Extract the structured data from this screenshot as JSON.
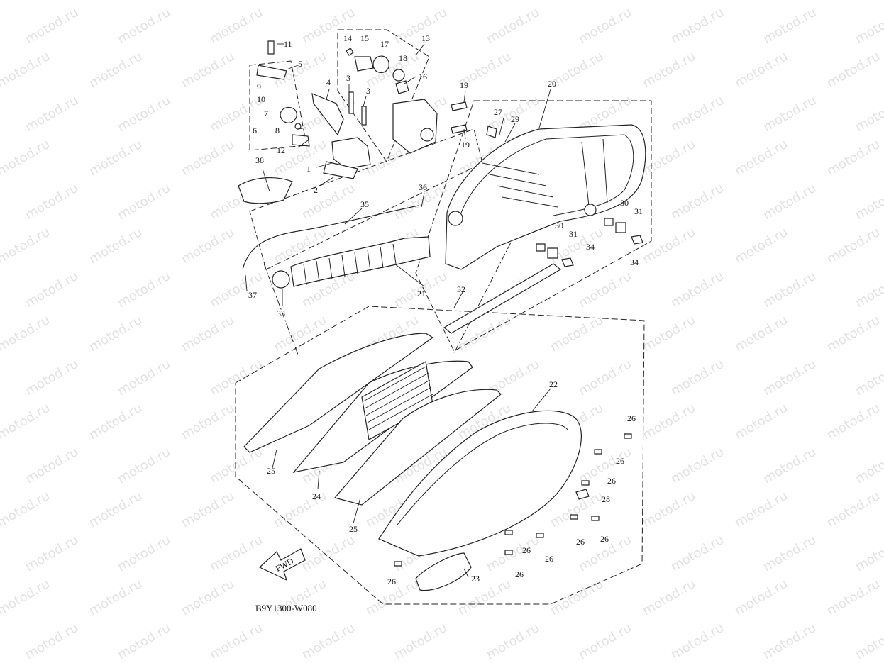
{
  "diagram": {
    "code": "B9Y1300-W080",
    "fwd_label": "FWD",
    "watermark": "motod.ru",
    "callouts": [
      {
        "id": "c1",
        "text": "1"
      },
      {
        "id": "c2",
        "text": "2"
      },
      {
        "id": "c3a",
        "text": "3"
      },
      {
        "id": "c3b",
        "text": "3"
      },
      {
        "id": "c4",
        "text": "4"
      },
      {
        "id": "c5",
        "text": "5"
      },
      {
        "id": "c6",
        "text": "6"
      },
      {
        "id": "c7",
        "text": "7"
      },
      {
        "id": "c8",
        "text": "8"
      },
      {
        "id": "c9",
        "text": "9"
      },
      {
        "id": "c10",
        "text": "10"
      },
      {
        "id": "c11",
        "text": "11"
      },
      {
        "id": "c12",
        "text": "12"
      },
      {
        "id": "c13",
        "text": "13"
      },
      {
        "id": "c14",
        "text": "14"
      },
      {
        "id": "c15",
        "text": "15"
      },
      {
        "id": "c16",
        "text": "16"
      },
      {
        "id": "c17",
        "text": "17"
      },
      {
        "id": "c18",
        "text": "18"
      },
      {
        "id": "c19a",
        "text": "19"
      },
      {
        "id": "c19b",
        "text": "19"
      },
      {
        "id": "c20",
        "text": "20"
      },
      {
        "id": "c21",
        "text": "21"
      },
      {
        "id": "c22",
        "text": "22"
      },
      {
        "id": "c23",
        "text": "23"
      },
      {
        "id": "c24",
        "text": "24"
      },
      {
        "id": "c25a",
        "text": "25"
      },
      {
        "id": "c25b",
        "text": "25"
      },
      {
        "id": "c26a",
        "text": "26"
      },
      {
        "id": "c26b",
        "text": "26"
      },
      {
        "id": "c26c",
        "text": "26"
      },
      {
        "id": "c26d",
        "text": "26"
      },
      {
        "id": "c26e",
        "text": "26"
      },
      {
        "id": "c26f",
        "text": "26"
      },
      {
        "id": "c26g",
        "text": "26"
      },
      {
        "id": "c26h",
        "text": "26"
      },
      {
        "id": "c26i",
        "text": "26"
      },
      {
        "id": "c27",
        "text": "27"
      },
      {
        "id": "c28",
        "text": "28"
      },
      {
        "id": "c29",
        "text": "29"
      },
      {
        "id": "c30a",
        "text": "30"
      },
      {
        "id": "c30b",
        "text": "30"
      },
      {
        "id": "c31a",
        "text": "31"
      },
      {
        "id": "c31b",
        "text": "31"
      },
      {
        "id": "c32",
        "text": "32"
      },
      {
        "id": "c33",
        "text": "33"
      },
      {
        "id": "c34a",
        "text": "34"
      },
      {
        "id": "c34b",
        "text": "34"
      },
      {
        "id": "c35",
        "text": "35"
      },
      {
        "id": "c36",
        "text": "36"
      },
      {
        "id": "c37",
        "text": "37"
      },
      {
        "id": "c38",
        "text": "38"
      }
    ]
  }
}
